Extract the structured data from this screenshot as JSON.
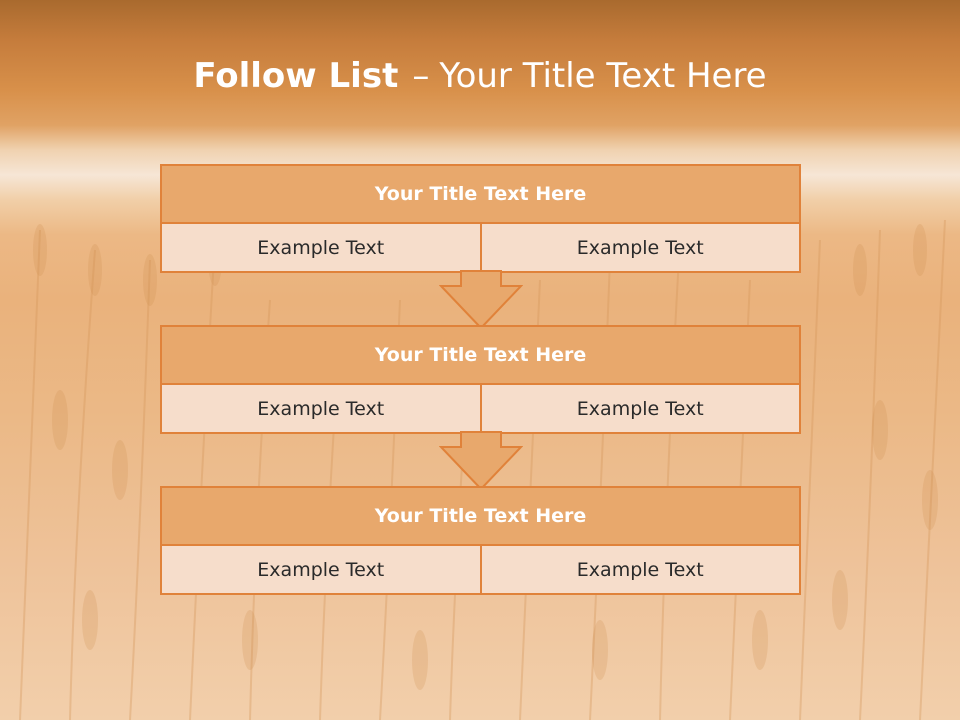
{
  "slide": {
    "title_bold": "Follow List",
    "title_separator": "–",
    "title_rest": "Your Title Text Here"
  },
  "steps": [
    {
      "title": "Your Title Text Here",
      "left": "Example Text",
      "right": "Example Text"
    },
    {
      "title": "Your Title Text Here",
      "left": "Example Text",
      "right": "Example Text"
    },
    {
      "title": "Your Title Text Here",
      "left": "Example Text",
      "right": "Example Text"
    }
  ],
  "colors": {
    "accent_border": "#e0823a",
    "header_fill": "#e8a86c",
    "cell_fill": "#f6ddcb",
    "text_white": "#ffffff",
    "text_dark": "#2a2a2a"
  }
}
